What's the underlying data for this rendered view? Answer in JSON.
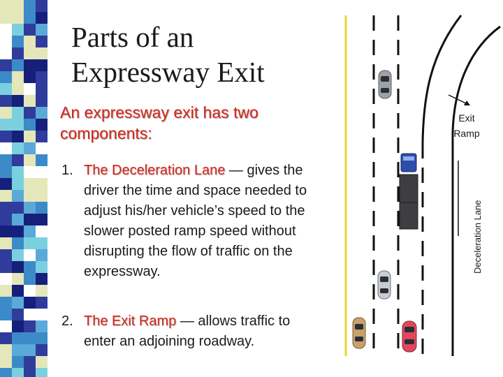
{
  "title": "Parts of an Expressway Exit",
  "subtitle": "An expressway exit has two components:",
  "items": [
    {
      "number": "1.",
      "term": "The Deceleration Lane",
      "dash": " — ",
      "text": "gives the driver the time and space needed to adjust his/her vehicle’s speed to the slower posted ramp speed without disrupting the flow of traffic on the expressway."
    },
    {
      "number": "2.",
      "term": "The Exit Ramp",
      "dash": " — ",
      "text": "allows traffic to enter an adjoining roadway."
    }
  ],
  "diagram": {
    "exit_ramp_label": "Exit Ramp",
    "deceleration_lane_label": "Deceleration Lane"
  },
  "colors": {
    "term_red": "#d62418",
    "strip_palette": [
      "#3c8ac8",
      "#2f3c9c",
      "#7bd0e0",
      "#e4e7ba",
      "#ffffff",
      "#5aa9d8",
      "#16207a"
    ],
    "edge_line_yellow": "#e8d62a"
  }
}
